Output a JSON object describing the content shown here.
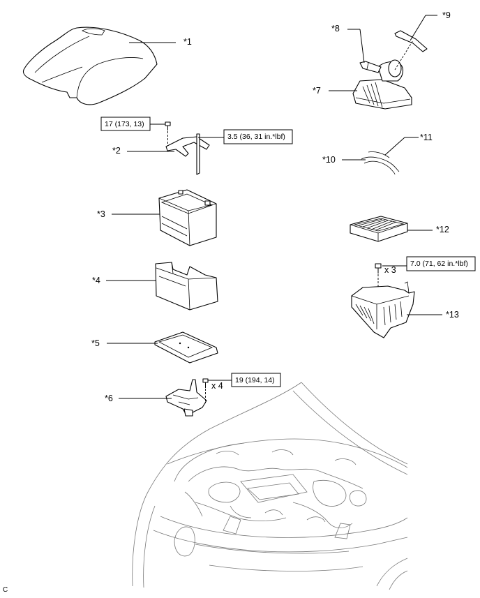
{
  "callouts": {
    "c1": "*1",
    "c2": "*2",
    "c3": "*3",
    "c4": "*4",
    "c5": "*5",
    "c6": "*6",
    "c7": "*7",
    "c8": "*8",
    "c9": "*9",
    "c10": "*10",
    "c11": "*11",
    "c12": "*12",
    "c13": "*13"
  },
  "torques": {
    "t1": "17 (173, 13)",
    "t2": "3.5 (36, 31 in.*lbf)",
    "t3": "19 (194, 14)",
    "t4": "7.0 (71, 62 in.*lbf)"
  },
  "quantities": {
    "q1": "x 4",
    "q2": "x 3"
  },
  "corner_mark": "C"
}
